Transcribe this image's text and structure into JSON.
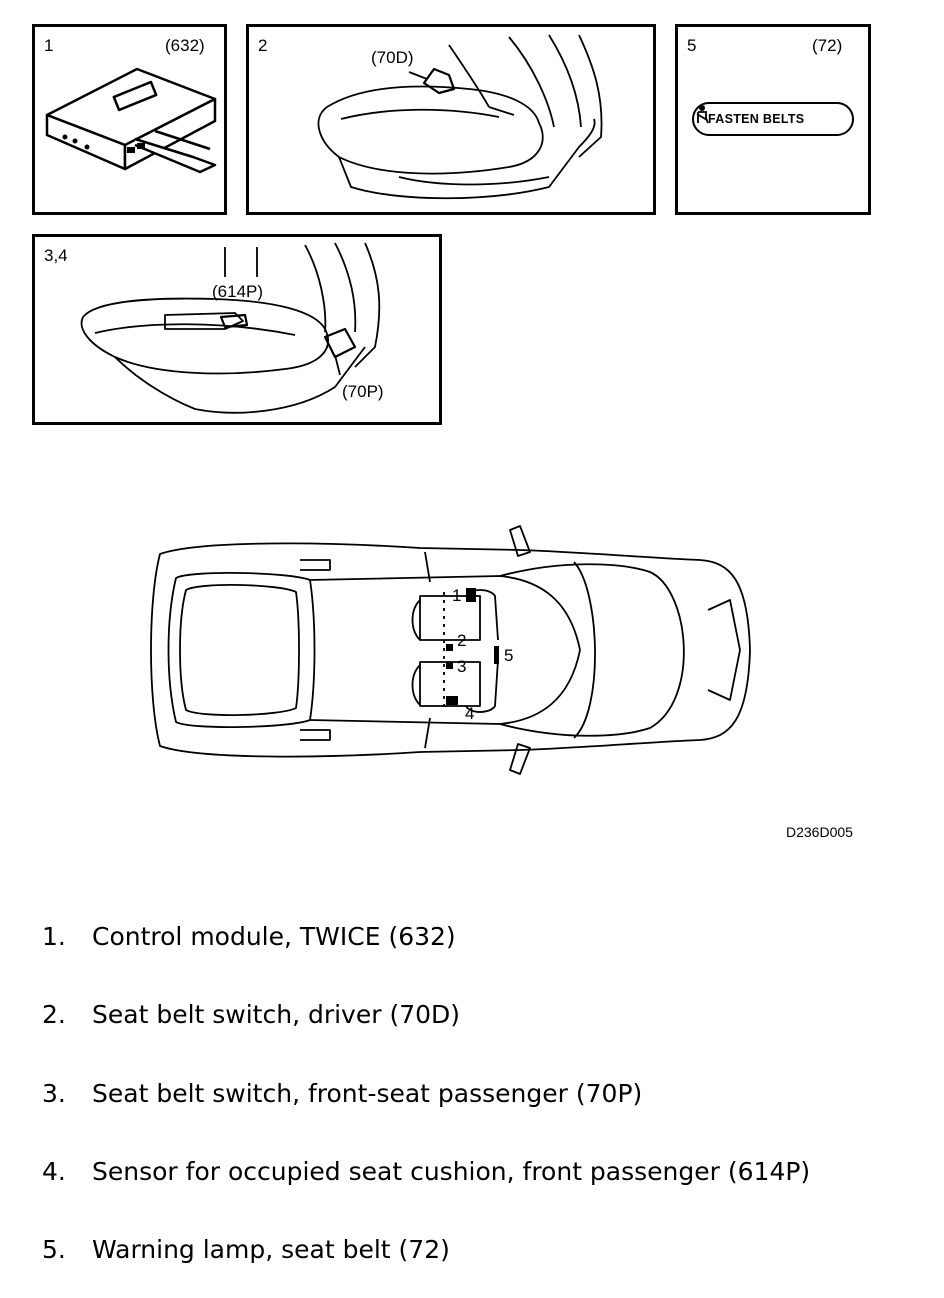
{
  "panels": [
    {
      "num": "1",
      "code": "(632)"
    },
    {
      "num": "2",
      "code": "",
      "callout": "(70D)"
    },
    {
      "num": "5",
      "code": "(72)",
      "badge": "FASTEN BELTS"
    },
    {
      "num": "3,4",
      "code": "",
      "callout_top": "(614P)",
      "callout_bottom": "(70P)"
    }
  ],
  "car_labels": [
    "1",
    "2",
    "3",
    "4",
    "5"
  ],
  "diagram_code": "D236D005",
  "legend": [
    {
      "n": "1.",
      "text": "Control module, TWICE (632)"
    },
    {
      "n": "2.",
      "text": "Seat belt switch, driver (70D)"
    },
    {
      "n": "3.",
      "text": "Seat belt switch, front-seat passenger (70P)"
    },
    {
      "n": "4.",
      "text": "Sensor for occupied seat cushion, front passenger (614P)"
    },
    {
      "n": "5.",
      "text": "Warning lamp, seat belt (72)"
    }
  ]
}
